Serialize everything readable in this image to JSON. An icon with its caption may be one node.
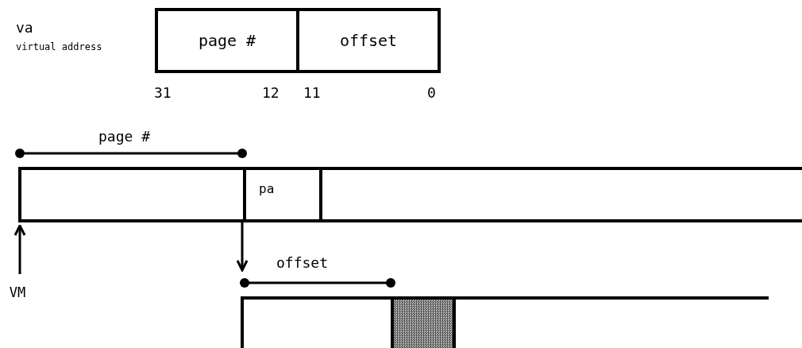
{
  "diagram": {
    "nodes": [
      {
        "text": [
          "page #"
        ]
      },
      {
        "text": [
          "offset"
        ]
      },
      {
        "text": [],
        "shape": "bar"
      },
      {
        "text": [
          "pa"
        ],
        "in": 2
      },
      {
        "text": [
          "VM"
        ]
      },
      {
        "text": [],
        "shape": "frame"
      },
      {
        "text": [],
        "shape": "box",
        "in": 5
      }
    ],
    "edges": [
      {
        "from": 4,
        "to": 2,
        "arrow": "to"
      },
      {
        "from": 3,
        "to": 5,
        "arrow": "to"
      }
    ],
    "labels": [
      "va",
      "virtual address",
      "31",
      "12",
      "11",
      "0",
      "page #",
      "offset"
    ]
  }
}
